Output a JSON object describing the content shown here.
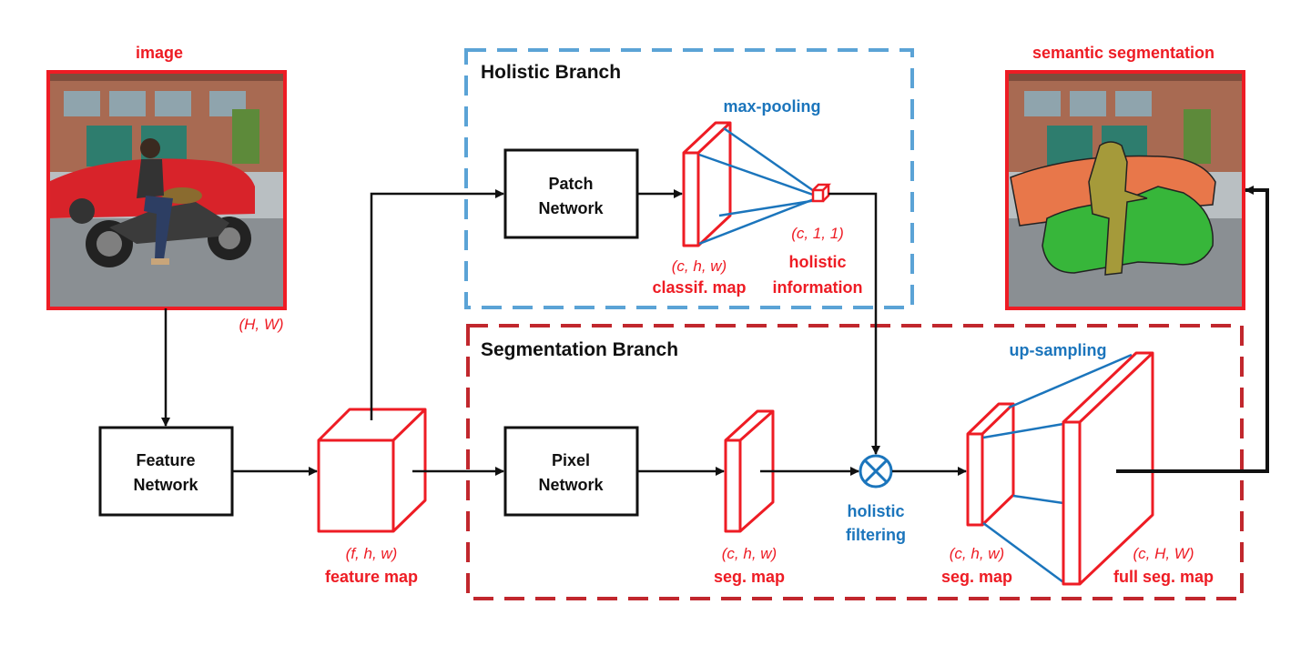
{
  "colors": {
    "red": "#ee1c24",
    "blue": "#1b75bc",
    "holistic_border": "#5ba3d6",
    "segmentation_border": "#c1272d",
    "black": "#111111"
  },
  "labels": {
    "image": "image",
    "image_dims": "(H, W)",
    "semantic_segmentation": "semantic segmentation",
    "holistic_branch": "Holistic Branch",
    "segmentation_branch": "Segmentation Branch",
    "max_pooling": "max-pooling",
    "up_sampling": "up-sampling",
    "holistic_filtering_line1": "holistic",
    "holistic_filtering_line2": "filtering"
  },
  "boxes": {
    "feature_network": [
      "Feature",
      "Network"
    ],
    "patch_network": [
      "Patch",
      "Network"
    ],
    "pixel_network": [
      "Pixel",
      "Network"
    ]
  },
  "tensors": {
    "feature_map": {
      "dims": "(f, h, w)",
      "name": "feature map"
    },
    "classif_map": {
      "dims": "(c, h, w)",
      "name": "classif. map"
    },
    "holistic_info": {
      "dims": "(c, 1, 1)",
      "name_line1": "holistic",
      "name_line2": "information"
    },
    "seg_map_1": {
      "dims": "(c, h, w)",
      "name": "seg. map"
    },
    "seg_map_2": {
      "dims": "(c, h, w)",
      "name": "seg. map"
    },
    "full_seg_map": {
      "dims": "(c, H, W)",
      "name": "full seg. map"
    }
  },
  "icons": {
    "input_photo": "street-photo-motorcycle-rider-icon",
    "output_segmentation": "segmented-photo-icon",
    "multiply": "circled-times-icon"
  }
}
